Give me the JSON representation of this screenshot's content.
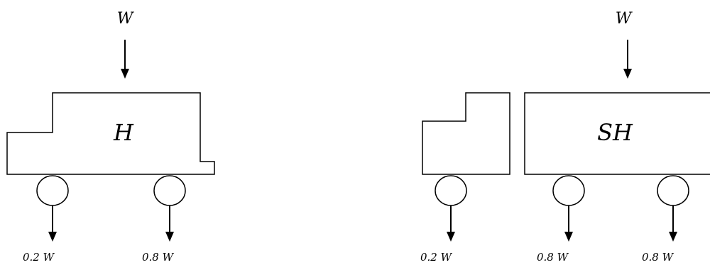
{
  "left": {
    "top_load": "W",
    "body_label": "H",
    "wheel_loads": [
      "0.2 W",
      "0.8 W"
    ]
  },
  "right": {
    "top_load": "W",
    "body_label": "SH",
    "wheel_loads": [
      "0.2 W",
      "0.8 W",
      "0.8 W"
    ]
  }
}
